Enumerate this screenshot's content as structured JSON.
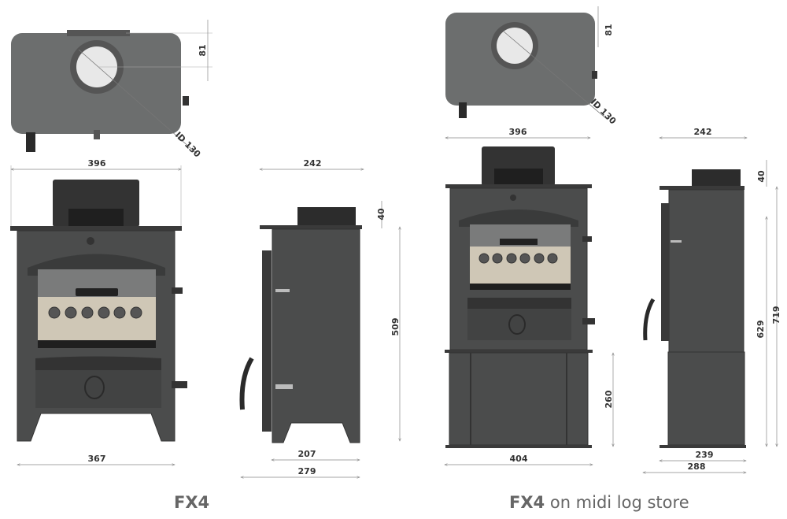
{
  "colors": {
    "body": "#4b4c4c",
    "body_dark": "#2f3030",
    "top_view": "#6c6e6e",
    "beige": "#cfc7b6",
    "dim_line": "#9a9a9a",
    "caption": "#666666"
  },
  "fx4": {
    "caption_bold": "FX4",
    "top_view": {
      "flue_offset": "81",
      "flue_id": "ID 130"
    },
    "front_view": {
      "top_width": "396",
      "base_width": "367"
    },
    "side_view": {
      "top_width": "242",
      "flue_height": "40",
      "body_height": "509",
      "base_depth": "207",
      "overall_depth": "279"
    }
  },
  "fx4_log_store": {
    "caption_bold": "FX4",
    "caption_rest": "on midi log store",
    "top_view": {
      "flue_offset": "81",
      "flue_id": "ID 130"
    },
    "front_view": {
      "top_width": "396",
      "store_height": "260",
      "base_width": "404"
    },
    "side_view": {
      "top_width": "242",
      "flue_height": "40",
      "stove_height": "629",
      "overall_height": "719",
      "base_depth": "239",
      "overall_depth": "288"
    }
  }
}
